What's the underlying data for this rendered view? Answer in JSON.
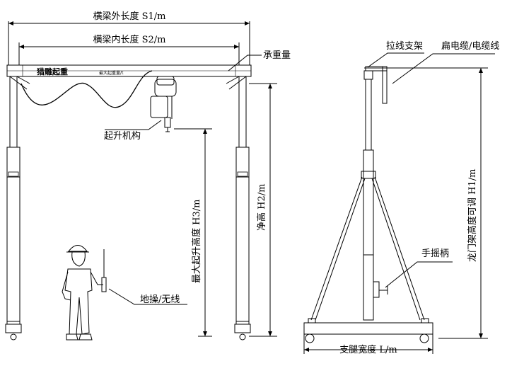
{
  "labels": {
    "beam_outer_length": "横梁外长度 S1/m",
    "beam_inner_length": "横梁内长度 S2/m",
    "load_capacity": "承重量",
    "beam_text": "猎雕起重",
    "beam_small_text": "最大起重量/t",
    "hoist_mechanism": "起升机构",
    "max_lift_height": "最大起升高度 H3/m",
    "clear_height": "净高 H2/m",
    "ground_control": "地操/无线",
    "wire_bracket": "拉线支架",
    "flat_cable": "扁电缆/电缆线",
    "gantry_height": "龙门架高度可调 H1/m",
    "hand_crank": "手摇柄",
    "leg_width": "支腿宽度 L/m"
  }
}
